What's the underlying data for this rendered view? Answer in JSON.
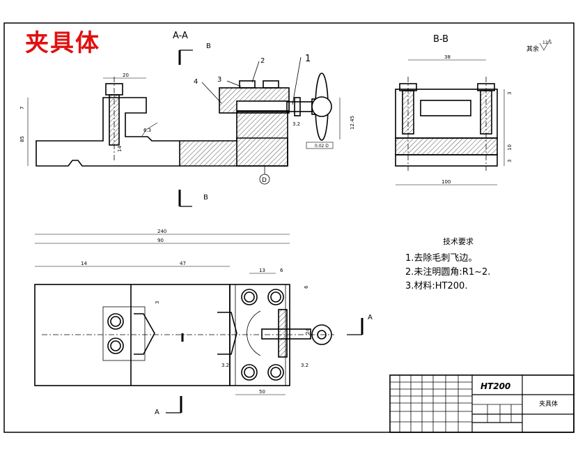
{
  "drawing": {
    "title_cn": "夹具体",
    "section_aa": "A-A",
    "section_bb": "B-B",
    "cut_label_a": "A",
    "cut_label_b": "B",
    "roughness_note": "其余",
    "roughness_value": "12.5",
    "datum_d": "D"
  },
  "balloons": [
    "1",
    "2",
    "3",
    "4"
  ],
  "dimensions": {
    "d20": "20",
    "d7": "7",
    "d85": "85",
    "d14": "14",
    "d63": "6.3",
    "d32a": "3.2",
    "d1245": "12.45",
    "tol_frame": "0.02 D",
    "d38": "38",
    "d3": "3",
    "d10": "10",
    "d3b": "3",
    "d100": "100",
    "d240": "240",
    "d90": "90",
    "d14b": "14",
    "d47": "47",
    "d13": "13",
    "d6": "6",
    "d6b": "6",
    "d3c": "3",
    "d24": "24",
    "d32b": "3.2",
    "d32c": "3.2",
    "d50": "50"
  },
  "tech_requirements": {
    "heading": "技术要求",
    "items": [
      "1.去除毛刺飞边。",
      "2.未注明圆角:R1~2.",
      "3.材料:HT200."
    ]
  },
  "title_block": {
    "material": "HT200",
    "part_name": "夹具体"
  },
  "colors": {
    "line": "#000000",
    "title_red": "#e01010",
    "background": "#ffffff"
  }
}
